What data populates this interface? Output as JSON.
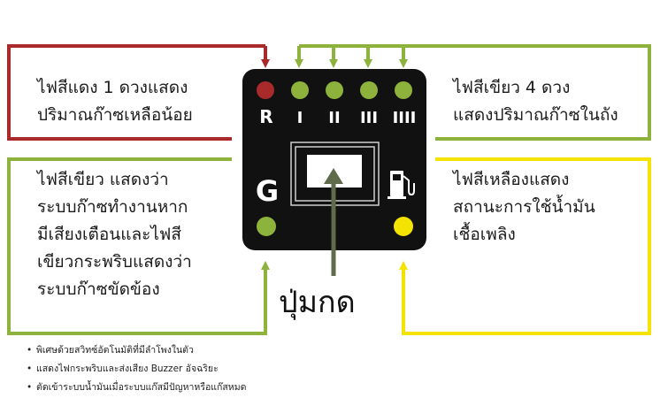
{
  "colors": {
    "red": "#a92a2a",
    "green": "#8db33c",
    "yellow": "#f4e300",
    "panel": "#111111",
    "button_arrow": "#5f6b4a"
  },
  "panel": {
    "label_r": "R",
    "label_g": "G",
    "roman_1": "I",
    "roman_2": "II",
    "roman_3": "III",
    "roman_4": "IIII",
    "fuel_icon": "fuel-pump-icon"
  },
  "labels": {
    "red_lines": [
      "ไฟสีแดง 1 ดวงแสดง",
      "ปริมาณก๊าซเหลือน้อย"
    ],
    "green4_lines": [
      "ไฟสีเขียว 4 ดวง",
      "แสดงปริมาณก๊าซในถัง"
    ],
    "greenG_lines": [
      "ไฟสีเขียว แสดงว่า",
      "ระบบก๊าซทำงานหาก",
      "มีเสียงเตือนและไฟสี",
      "เขียวกระพริบแสดงว่า",
      "ระบบก๊าซขัดข้อง"
    ],
    "yellow_lines": [
      "ไฟสีเหลืองแสดง",
      "สถานะการใช้น้ำมัน",
      "เชื้อเพลิง"
    ],
    "button": "ปุ่มกด"
  },
  "notes": [
    "พิเศษด้วยสวิทซ์อัตโนมัติที่มีลำโพงในตัว",
    "แสดงไฟกระพริบและส่งเสียง Buzzer อัจฉริยะ",
    "ตัดเข้าระบบน้ำมันเมื่อระบบแก๊สมีปัญหาหรือแก๊สหมด"
  ]
}
